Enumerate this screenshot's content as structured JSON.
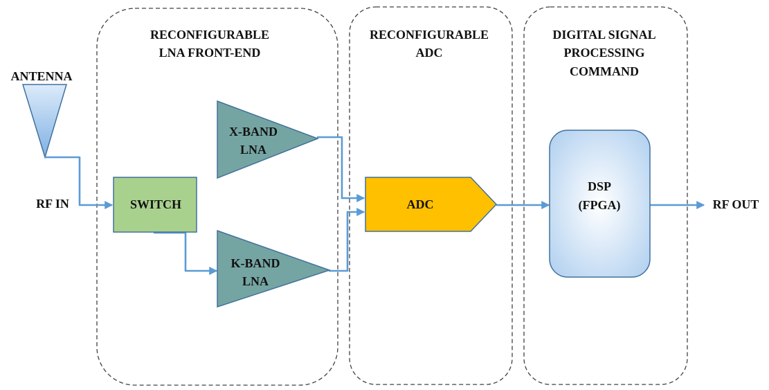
{
  "diagram": {
    "zones": {
      "lna_front_end": {
        "title_line1": "RECONFIGURABLE",
        "title_line2": "LNA FRONT-END"
      },
      "adc": {
        "title_line1": "RECONFIGURABLE",
        "title_line2": "ADC"
      },
      "dsp": {
        "title_line1": "DIGITAL SIGNAL",
        "title_line2": "PROCESSING",
        "title_line3": "COMMAND"
      }
    },
    "antenna": {
      "label": "ANTENNA"
    },
    "rf_in": {
      "label": "RF IN"
    },
    "rf_out": {
      "label": "RF OUT"
    },
    "switch": {
      "label": "SWITCH"
    },
    "x_band_lna": {
      "line1": "X-BAND",
      "line2": "LNA"
    },
    "k_band_lna": {
      "line1": "K-BAND",
      "line2": "LNA"
    },
    "adc_block": {
      "label": "ADC"
    },
    "dsp_block": {
      "line1": "DSP",
      "line2": "(FPGA)"
    },
    "colors": {
      "wire": "#5B9BD5",
      "switch_fill": "#A9D18E",
      "lna_fill": "#75A5A3",
      "adc_fill": "#FFC000",
      "dsp_fill": "#C5DDF6"
    }
  }
}
